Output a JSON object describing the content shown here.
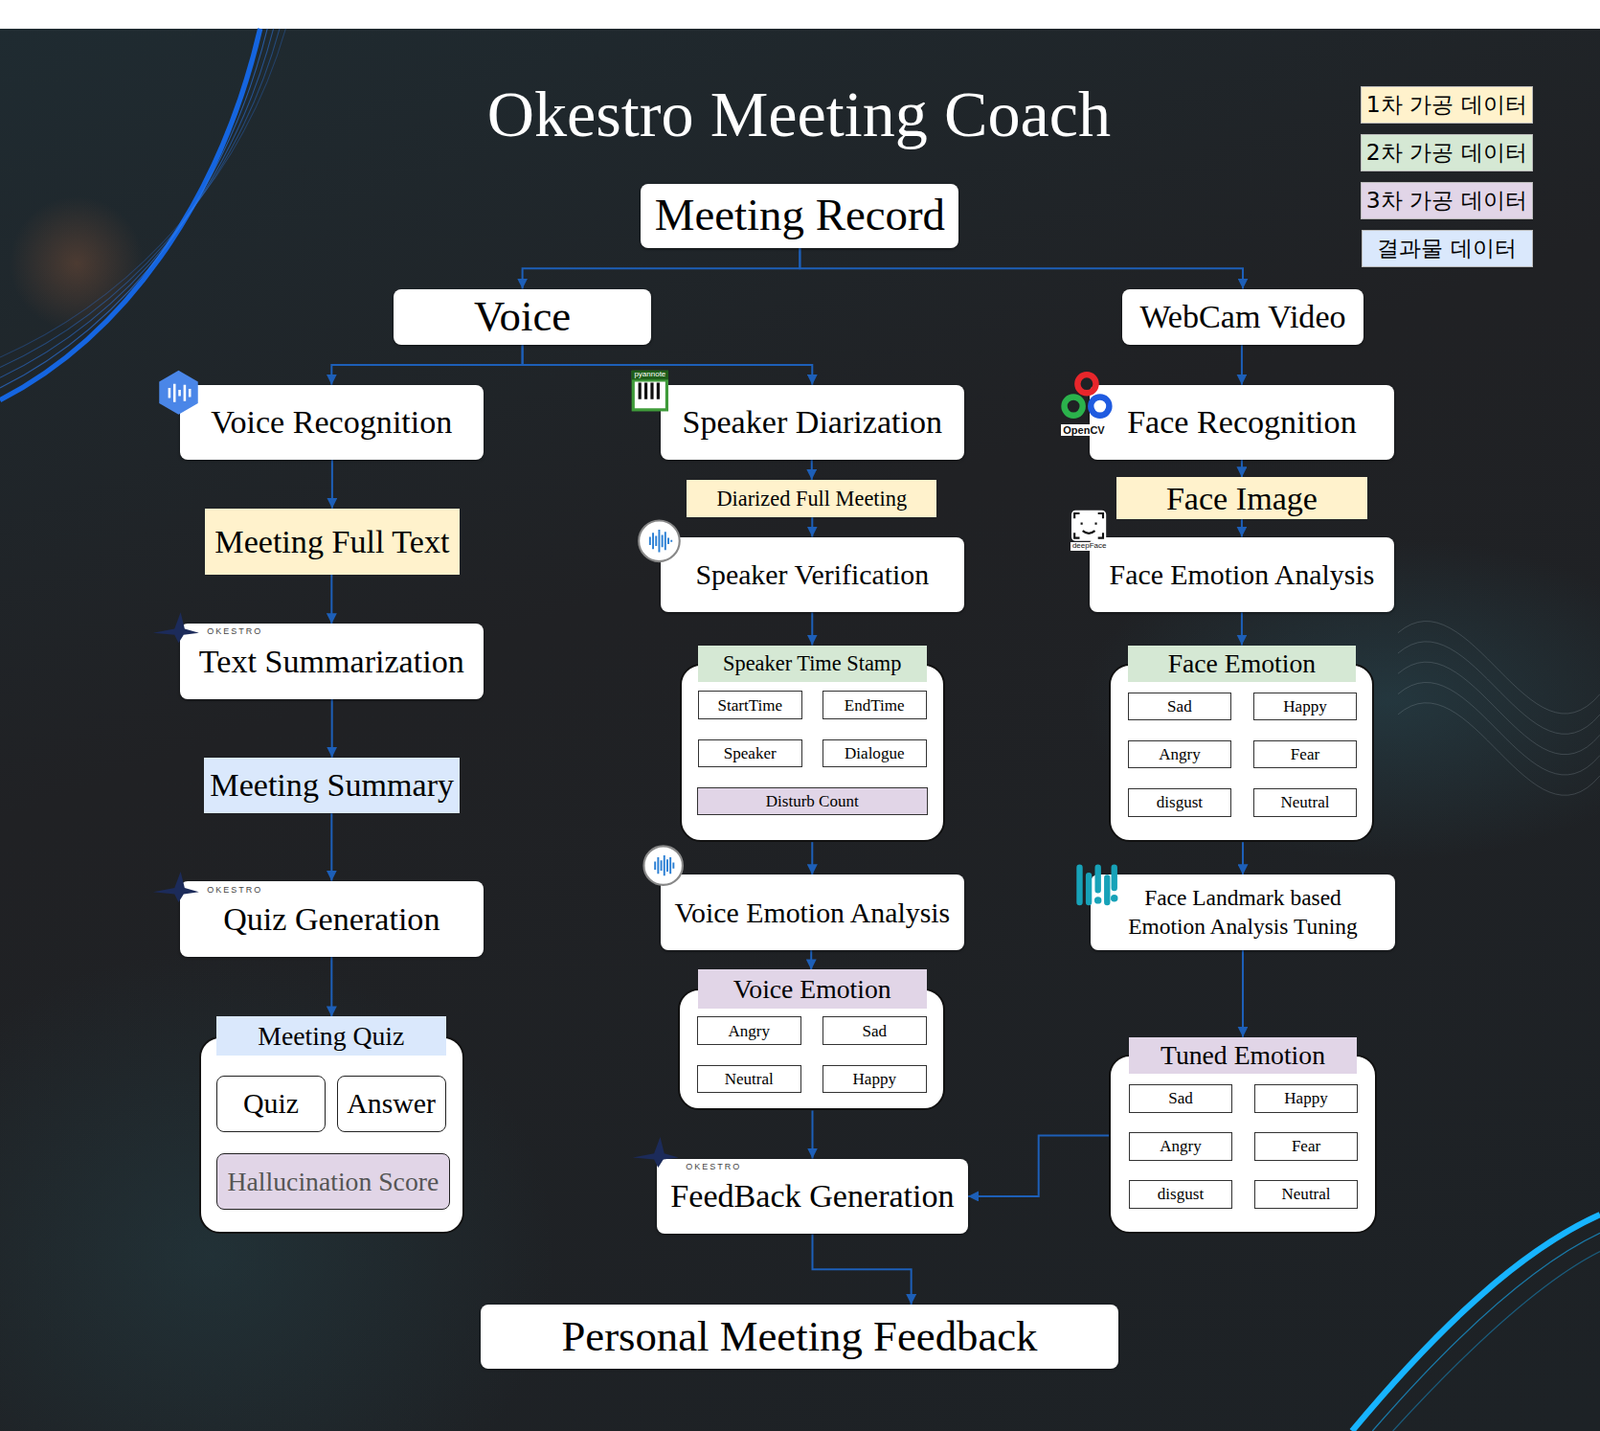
{
  "diagram": {
    "title": "Okestro Meeting Coach",
    "nodes": [
      {
        "text": [
          "Meeting Record"
        ]
      },
      {
        "text": [
          "Voice"
        ]
      },
      {
        "text": [
          "WebCam Video"
        ]
      },
      {
        "text": [
          "Voice Recognition"
        ]
      },
      {
        "text": [
          "Speaker Diarization"
        ]
      },
      {
        "text": [
          "Face Recognition"
        ]
      },
      {
        "text": [
          "Meeting Full Text"
        ]
      },
      {
        "text": [
          "Diarized Full Meeting"
        ]
      },
      {
        "text": [
          "Face Image"
        ]
      },
      {
        "text": [
          "Text Summarization"
        ]
      },
      {
        "text": [
          "Speaker Verification"
        ]
      },
      {
        "text": [
          "Face Emotion Analysis"
        ]
      },
      {
        "text": [
          "Meeting Summary"
        ]
      },
      {
        "text": [
          "Speaker Time Stamp"
        ]
      },
      {
        "text": [
          "StartTime"
        ],
        "in": 13
      },
      {
        "text": [
          "EndTime"
        ],
        "in": 13
      },
      {
        "text": [
          "Speaker"
        ],
        "in": 13
      },
      {
        "text": [
          "Dialogue"
        ],
        "in": 13
      },
      {
        "text": [
          "Disturb Count"
        ],
        "in": 13
      },
      {
        "text": [
          "Face Emotion"
        ]
      },
      {
        "text": [
          "Sad"
        ],
        "in": 19
      },
      {
        "text": [
          "Happy"
        ],
        "in": 19
      },
      {
        "text": [
          "Angry"
        ],
        "in": 19
      },
      {
        "text": [
          "Fear"
        ],
        "in": 19
      },
      {
        "text": [
          "disgust"
        ],
        "in": 19
      },
      {
        "text": [
          "Neutral"
        ],
        "in": 19
      },
      {
        "text": [
          "Quiz Generation"
        ]
      },
      {
        "text": [
          "Voice Emotion Analysis"
        ]
      },
      {
        "text": [
          "Face Landmark based Emotion Analysis Tuning"
        ]
      },
      {
        "text": [
          "Meeting Quiz"
        ]
      },
      {
        "text": [
          "Quiz"
        ],
        "in": 29
      },
      {
        "text": [
          "Answer"
        ],
        "in": 29
      },
      {
        "text": [
          "Hallucination Score"
        ],
        "in": 29
      },
      {
        "text": [
          "Voice Emotion"
        ]
      },
      {
        "text": [
          "Angry"
        ],
        "in": 33
      },
      {
        "text": [
          "Sad"
        ],
        "in": 33
      },
      {
        "text": [
          "Neutral"
        ],
        "in": 33
      },
      {
        "text": [
          "Happy"
        ],
        "in": 33
      },
      {
        "text": [
          "Tuned Emotion"
        ]
      },
      {
        "text": [
          "Sad"
        ],
        "in": 38
      },
      {
        "text": [
          "Happy"
        ],
        "in": 38
      },
      {
        "text": [
          "Angry"
        ],
        "in": 38
      },
      {
        "text": [
          "Fear"
        ],
        "in": 38
      },
      {
        "text": [
          "disgust"
        ],
        "in": 38
      },
      {
        "text": [
          "Neutral"
        ],
        "in": 38
      },
      {
        "text": [
          "FeedBack Generation"
        ]
      },
      {
        "text": [
          "Personal Meeting Feedback"
        ]
      }
    ],
    "edges": [
      {
        "from": 0,
        "to": 1,
        "arrow": "to"
      },
      {
        "from": 0,
        "to": 2,
        "arrow": "to"
      },
      {
        "from": 1,
        "to": 3,
        "arrow": "to"
      },
      {
        "from": 1,
        "to": 4,
        "arrow": "to"
      },
      {
        "from": 2,
        "to": 5,
        "arrow": "to"
      },
      {
        "from": 3,
        "to": 6,
        "arrow": "to"
      },
      {
        "from": 4,
        "to": 7,
        "arrow": "to"
      },
      {
        "from": 5,
        "to": 8,
        "arrow": "to"
      },
      {
        "from": 6,
        "to": 9,
        "arrow": "to"
      },
      {
        "from": 7,
        "to": 10,
        "arrow": "to"
      },
      {
        "from": 8,
        "to": 11,
        "arrow": "to"
      },
      {
        "from": 9,
        "to": 12,
        "arrow": "to"
      },
      {
        "from": 10,
        "to": 13,
        "arrow": "to"
      },
      {
        "from": 11,
        "to": 19,
        "arrow": "to"
      },
      {
        "from": 12,
        "to": 26,
        "arrow": "to"
      },
      {
        "from": 13,
        "to": 27,
        "arrow": "to"
      },
      {
        "from": 19,
        "to": 28,
        "arrow": "to"
      },
      {
        "from": 26,
        "to": 29,
        "arrow": "to"
      },
      {
        "from": 27,
        "to": 33,
        "arrow": "to"
      },
      {
        "from": 28,
        "to": 38,
        "arrow": "to"
      },
      {
        "from": 33,
        "to": 45,
        "arrow": "to"
      },
      {
        "from": 38,
        "to": 45,
        "arrow": "to"
      },
      {
        "from": 45,
        "to": 46,
        "arrow": "to"
      }
    ],
    "labels": [
      "pyannote",
      "OpenCV",
      "deepFace",
      "OKESTRO",
      "OKESTRO",
      "OKESTRO"
    ],
    "legend": [
      {
        "text": "1차 가공 데이터",
        "color": "#fff2cc"
      },
      {
        "text": "2차 가공 데이터",
        "color": "#d5e8d4"
      },
      {
        "text": "3차 가공 데이터",
        "color": "#e1d5e7"
      },
      {
        "text": "결과물 데이터",
        "color": "#dae8fc"
      }
    ]
  }
}
